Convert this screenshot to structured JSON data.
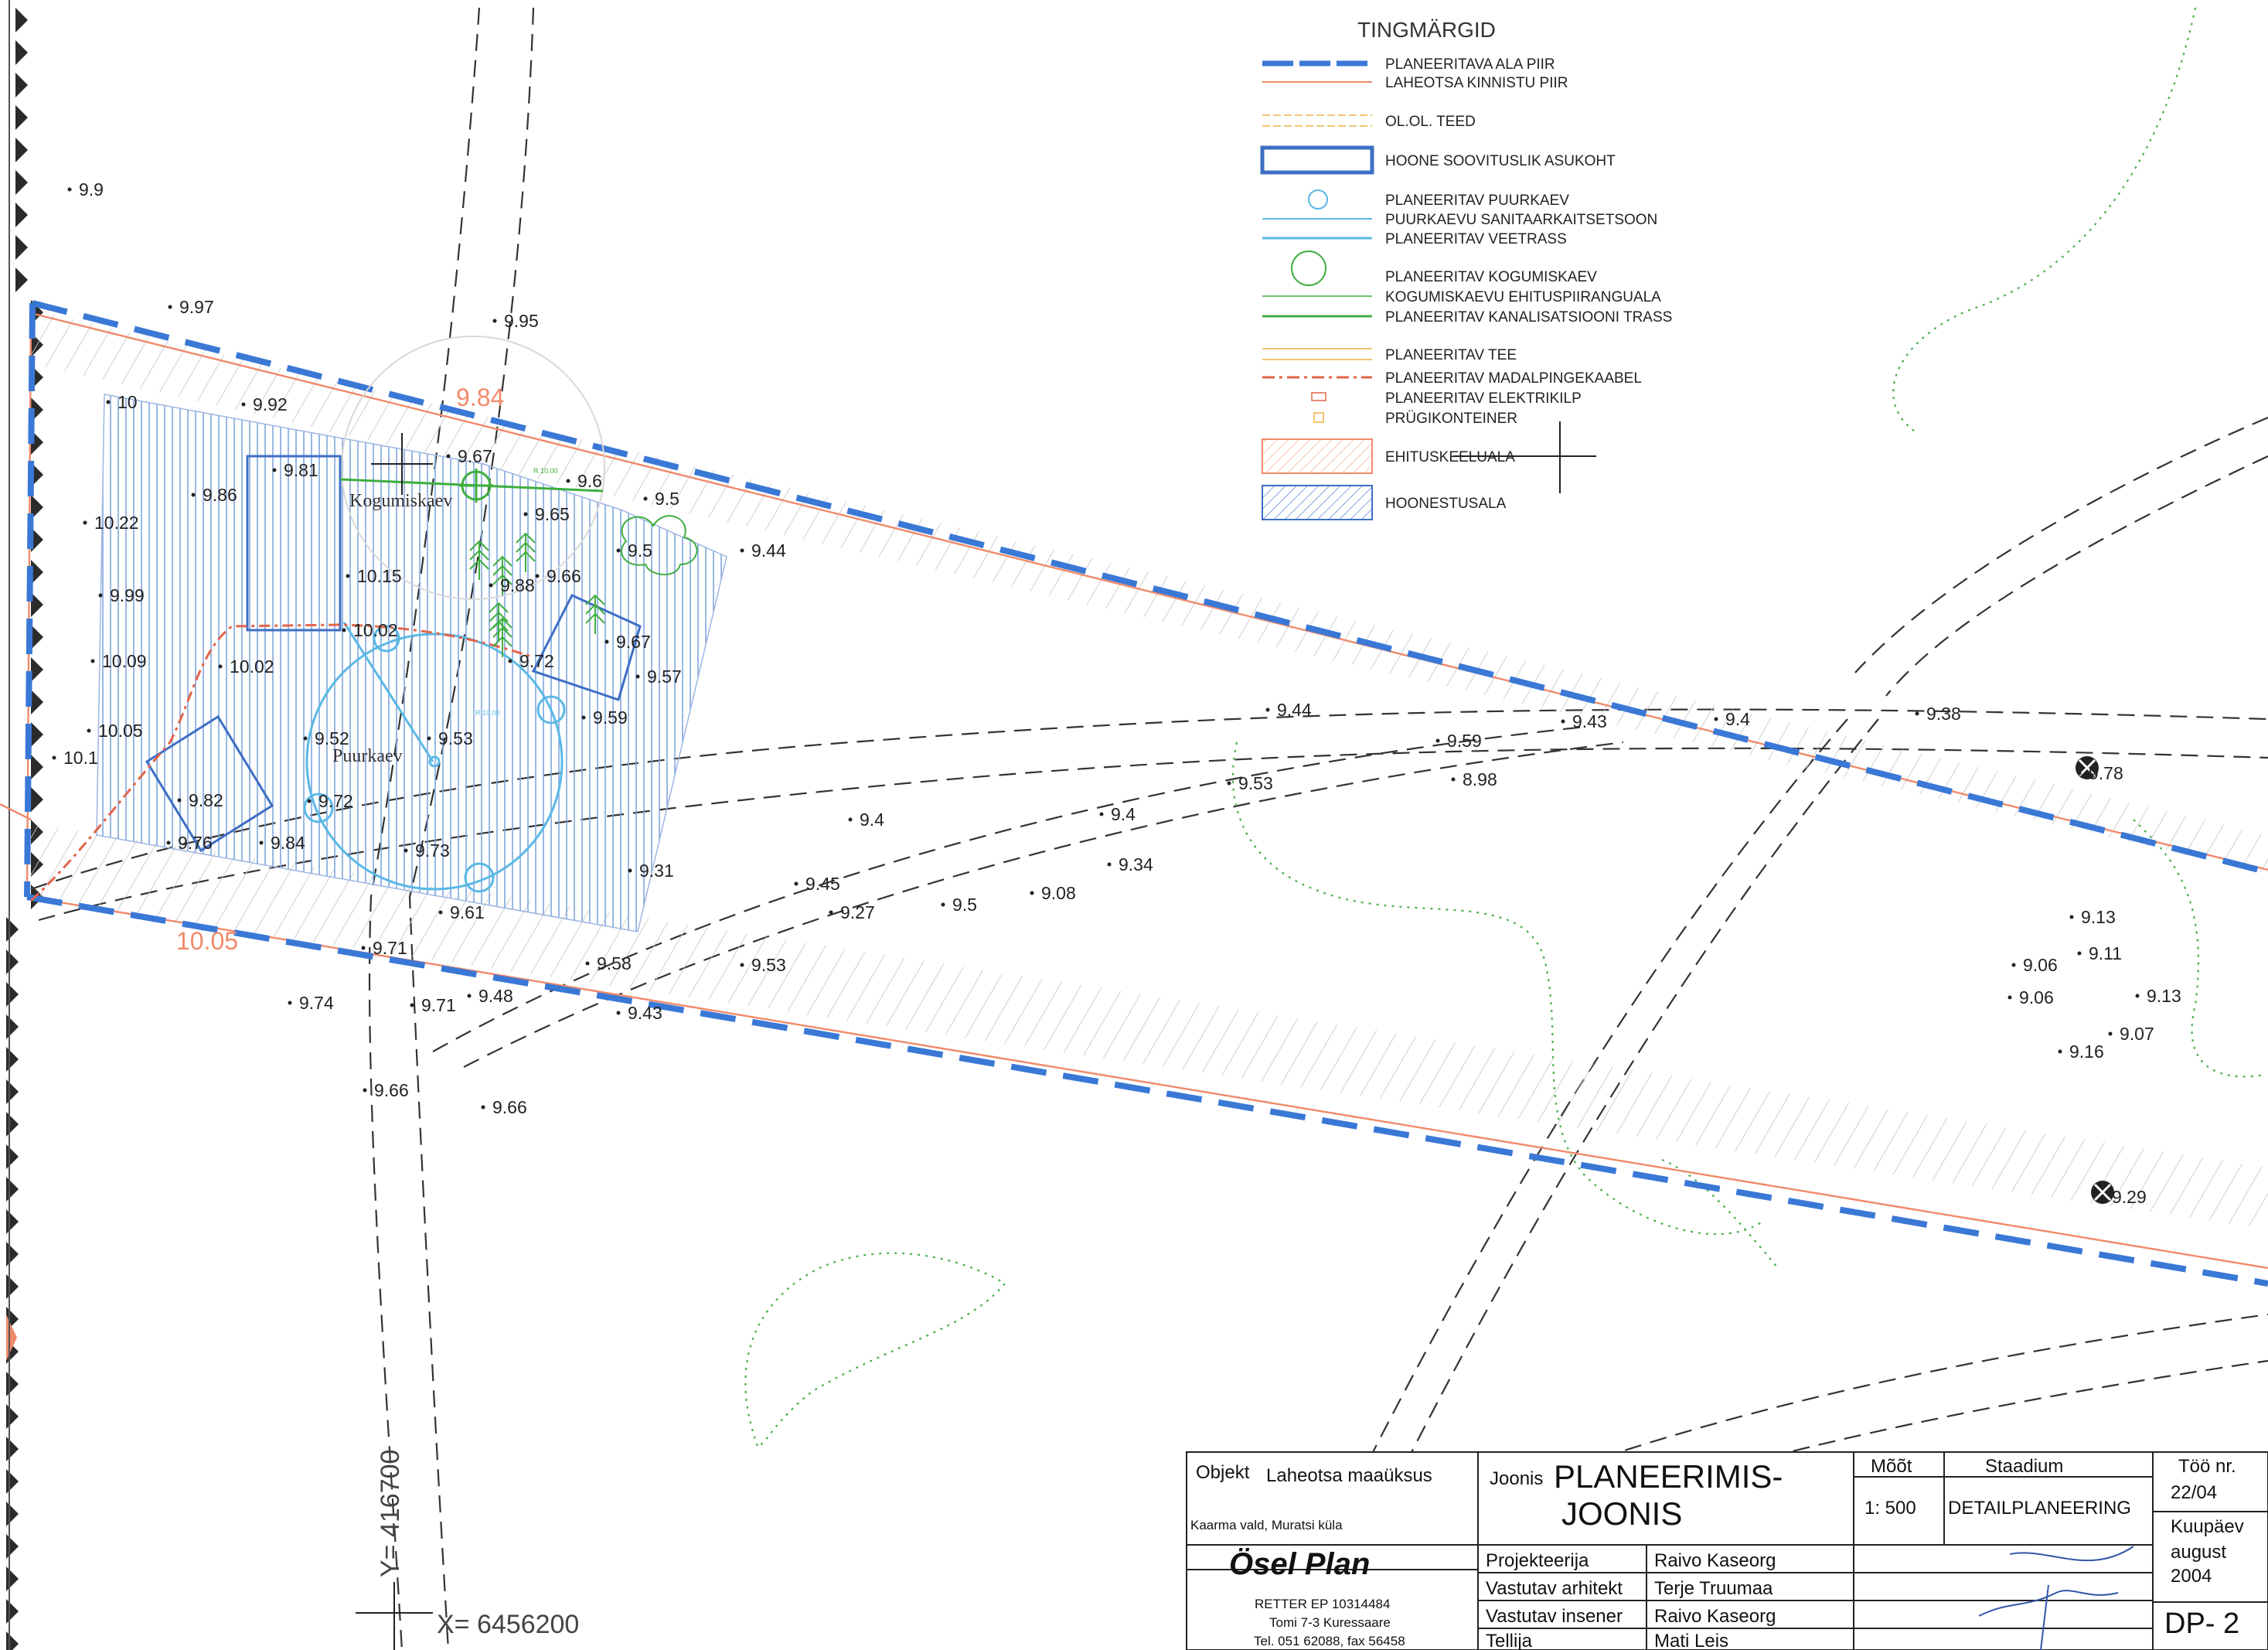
{
  "colors": {
    "boundary_blue": "#3a78d6",
    "property_orange": "#f08a6a",
    "building_blue": "#3d6fc4",
    "water_cyan": "#5ab8e6",
    "sewer_green": "#3fae3f",
    "road_yellow": "#f2c572",
    "cable_red": "#e2654a",
    "dash_black": "#333333",
    "contour_green": "#4caf50"
  },
  "legend": {
    "title": "TINGMÄRGID",
    "items": [
      {
        "label": "PLANEERITAVA ALA PIIR",
        "symbol": "boundary-dash"
      },
      {
        "label": "LAHEOTSA KINNISTU PIIR",
        "symbol": "property-line"
      },
      {
        "label": "OL.OL. TEED",
        "symbol": "road-existing"
      },
      {
        "label": "HOONE SOOVITUSLIK ASUKOHT",
        "symbol": "building-rect"
      },
      {
        "label": "PLANEERITAV PUURKAEV",
        "symbol": "well-circle"
      },
      {
        "label": "PUURKAEVU SANITAARKAITSETSOON",
        "symbol": "zone-line"
      },
      {
        "label": "PLANEERITAV VEETRASS",
        "symbol": "water-line"
      },
      {
        "label": "PLANEERITAV KOGUMISKAEV",
        "symbol": "tank-circle"
      },
      {
        "label": "KOGUMISKAEVU EHITUSPIIRANGUALA",
        "symbol": "tank-zone-line"
      },
      {
        "label": "PLANEERITAV KANALISATSIOONI TRASS",
        "symbol": "sewer-line"
      },
      {
        "label": "PLANEERITAV TEE",
        "symbol": "road-planned"
      },
      {
        "label": "PLANEERITAV MADALPINGEKAABEL",
        "symbol": "cable-line"
      },
      {
        "label": "PLANEERITAV ELEKTRIKILP",
        "symbol": "electric-box"
      },
      {
        "label": "PRÜGIKONTEINER",
        "symbol": "bin-square"
      },
      {
        "label": "EHITUSKEELUALA",
        "symbol": "no-build-hatch"
      },
      {
        "label": "HOONESTUSALA",
        "symbol": "building-zone-hatch"
      }
    ]
  },
  "map_labels": {
    "kogumiskaev": "Kogumiskaev",
    "puurkaev": "Puurkaev",
    "coord_y": "Y=  416700",
    "coord_x": "X=  6456200",
    "orange_elev_top": "9.84",
    "orange_elev_bottom": "10.05",
    "tiny_zone_1": "R 10.00",
    "tiny_zone_2": "R 10.00"
  },
  "elevations": [
    "9.9",
    "9.97",
    "9.95",
    "10",
    "9.92",
    "9.86",
    "9.81",
    "10.22",
    "9.67",
    "9.6",
    "9.65",
    "9.5",
    "9.99",
    "10.15",
    "9.88",
    "9.66",
    "9.5",
    "9.44",
    "10.09",
    "10.02",
    "10.02",
    "9.72",
    "9.67",
    "9.57",
    "10.05",
    "9.52",
    "9.53",
    "9.59",
    "10.1",
    "9.82",
    "9.72",
    "9.76",
    "9.84",
    "9.73",
    "9.31",
    "9.61",
    "9.71",
    "9.74",
    "9.71",
    "9.48",
    "9.58",
    "9.43",
    "9.66",
    "9.66",
    "9.4",
    "9.45",
    "9.27",
    "9.5",
    "9.08",
    "9.34",
    "9.4",
    "9.53",
    "9.53",
    "9.44",
    "9.59",
    "8.98",
    "9.43",
    "9.4",
    "9.38",
    "9.78",
    "9.13",
    "9.11",
    "9.06",
    "9.06",
    "9.13",
    "9.07",
    "9.16",
    "9.29"
  ],
  "title_block": {
    "objekt_label": "Objekt",
    "objekt_value": "Laheotsa maaüksus",
    "location": "Kaarma vald, Muratsi küla",
    "company_logo": "Ösel Plan",
    "company_reg": "RETTER EP 10314484",
    "company_address": "Tomi 7-3 Kuressaare",
    "company_phone": "Tel. 051 62088, fax 56458",
    "joonis_label": "Joonis",
    "joonis_value_1": "PLANEERIMIS-",
    "joonis_value_2": "JOONIS",
    "moot_label": "Mõõt",
    "moot_value": "1: 500",
    "staadium_label": "Staadium",
    "staadium_value": "DETAILPLANEERING",
    "too_nr_label": "Töö nr.",
    "too_nr_value": "22/04",
    "kuupaev_label": "Kuupäev",
    "kuupaev_value_1": "august",
    "kuupaev_value_2": "2004",
    "sheet_id": "DP- 2",
    "rows": [
      {
        "role": "Projekteerija",
        "name": "Raivo Kaseorg"
      },
      {
        "role": "Vastutav arhitekt",
        "name": "Terje Truumaa"
      },
      {
        "role": "Vastutav insener",
        "name": "Raivo Kaseorg"
      },
      {
        "role": "Tellija",
        "name": "Mati Leis"
      }
    ]
  }
}
